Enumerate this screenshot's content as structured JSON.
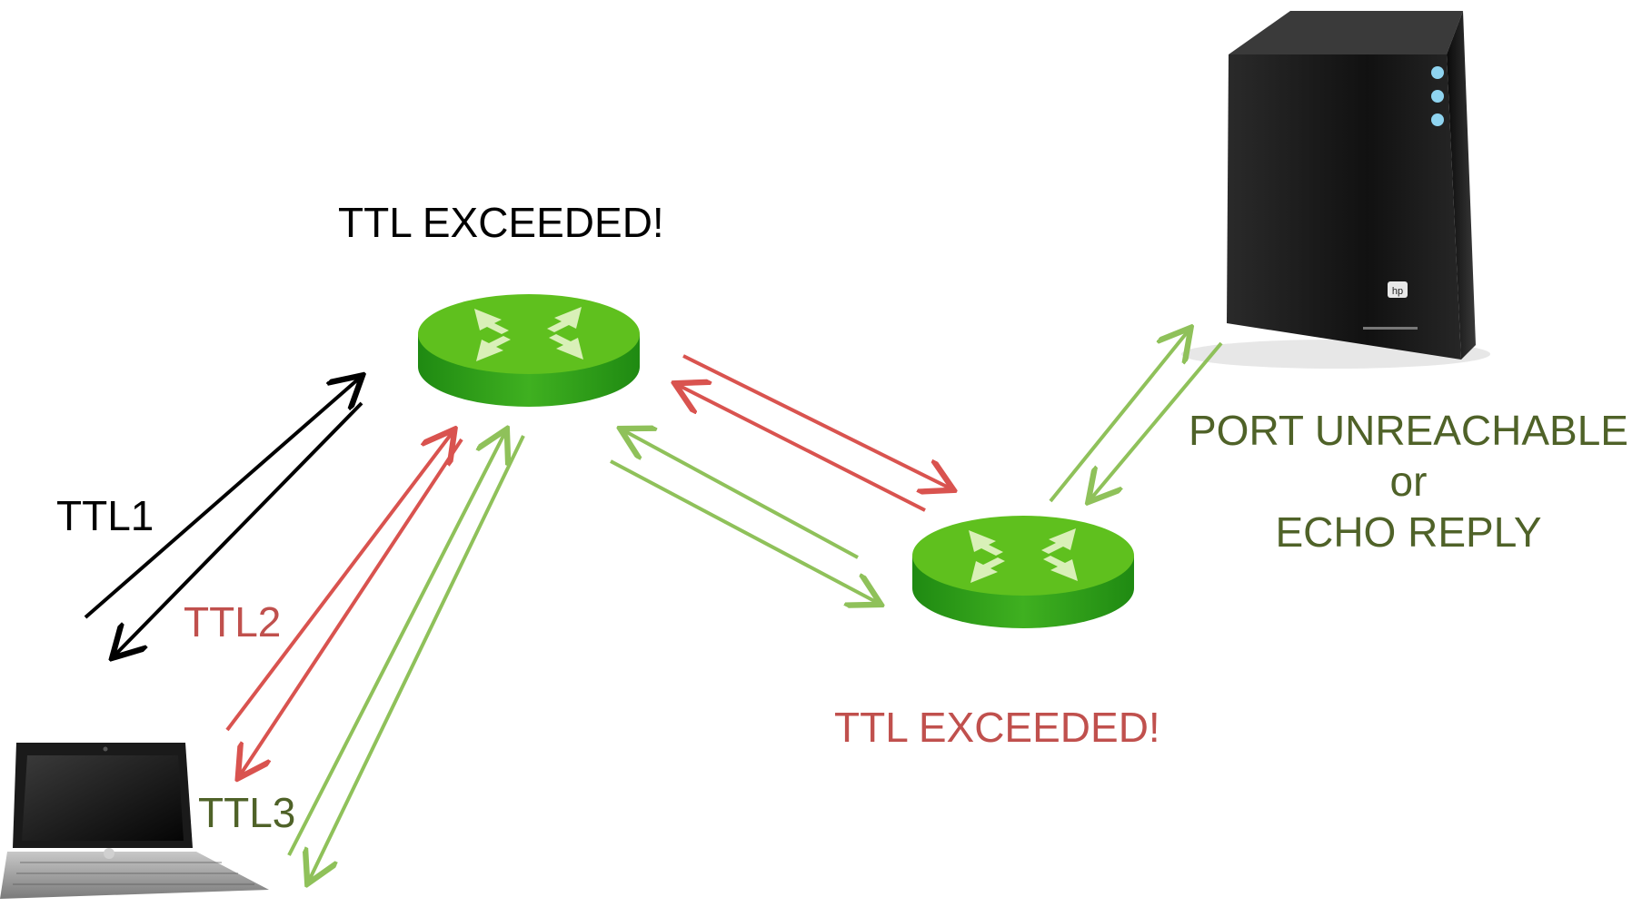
{
  "labels": {
    "router1_status": "TTL EXCEEDED!",
    "router2_status": "TTL EXCEEDED!",
    "ttl1": "TTL1",
    "ttl2": "TTL2",
    "ttl3": "TTL3",
    "server_reply_line1": "PORT UNREACHABLE",
    "server_reply_line2": "or",
    "server_reply_line3": "ECHO REPLY"
  },
  "logos": {
    "laptop": "hp",
    "server": "hp"
  },
  "colors": {
    "ttl1": "#000000",
    "ttl2": "#d9534f",
    "ttl3": "#8fc15a",
    "ttl2_text": "#c0504d",
    "ttl3_text": "#4f6228",
    "router_green": "#3aa31c",
    "router_top": "#5fc01e",
    "server_body": "#1c1c1c",
    "server_led": "#8fd4f0"
  },
  "icons": {
    "laptop": "laptop-icon",
    "router": "router-icon",
    "server": "server-tower-icon"
  }
}
